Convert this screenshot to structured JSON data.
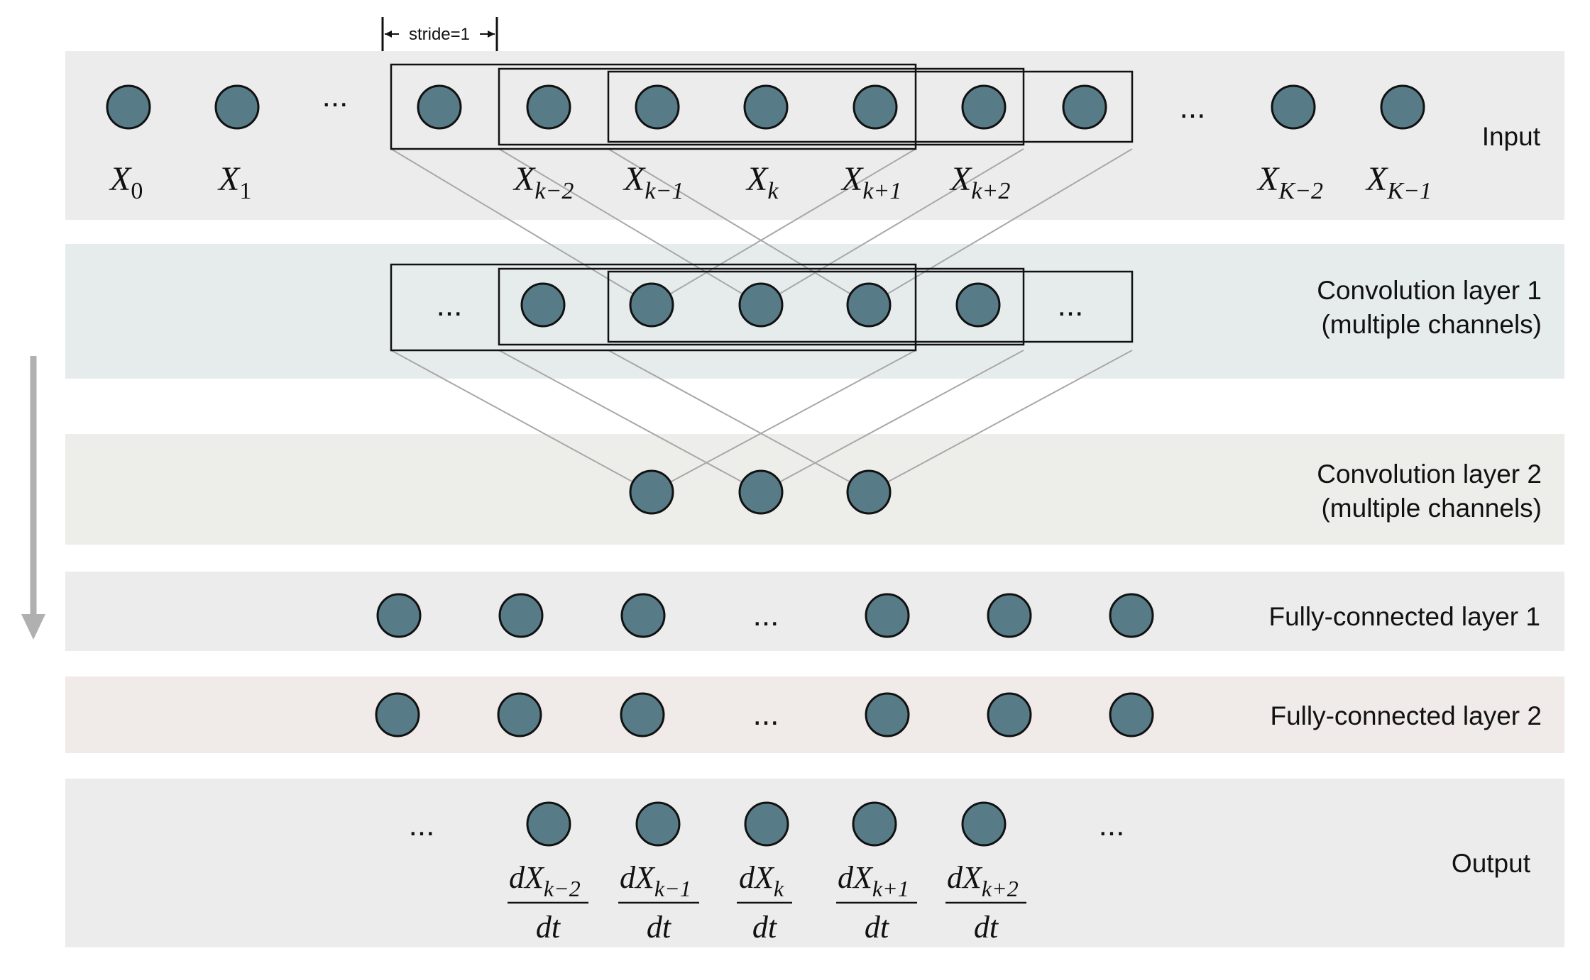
{
  "colors": {
    "node_fill": "#587c87",
    "node_stroke": "#111111",
    "band_input": "#ececec",
    "band_conv1": "#e6ecec",
    "band_conv2": "#edeeea",
    "band_fc1": "#ececec",
    "band_fc2": "#f0eae8",
    "band_output": "#ececec",
    "connector": "#a8a8a8",
    "flow_arrow": "#b0b0b0"
  },
  "bands": {
    "input": {
      "label": "Input"
    },
    "conv1": {
      "label_line1": "Convolution layer 1",
      "label_line2": "(multiple channels)"
    },
    "conv2": {
      "label_line1": "Convolution layer 2",
      "label_line2": "(multiple channels)"
    },
    "fc1": {
      "label": "Fully-connected layer 1"
    },
    "fc2": {
      "label": "Fully-connected layer 2"
    },
    "output": {
      "label": "Output"
    }
  },
  "stride_label": "stride=1",
  "ellipsis": "...",
  "input_labels": {
    "x0": {
      "base": "X",
      "sub": "0"
    },
    "x1": {
      "base": "X",
      "sub": "1"
    },
    "xkm2": {
      "base": "X",
      "sub": "k−2"
    },
    "xkm1": {
      "base": "X",
      "sub": "k−1"
    },
    "xk": {
      "base": "X",
      "sub": "k"
    },
    "xkp1": {
      "base": "X",
      "sub": "k+1"
    },
    "xkp2": {
      "base": "X",
      "sub": "k+2"
    },
    "xKm2": {
      "base": "X",
      "sub": "K−2"
    },
    "xKm1": {
      "base": "X",
      "sub": "K−1"
    }
  },
  "output_labels": {
    "km2": {
      "num_base": "dX",
      "num_sub": "k−2",
      "den": "dt"
    },
    "km1": {
      "num_base": "dX",
      "num_sub": "k−1",
      "den": "dt"
    },
    "k": {
      "num_base": "dX",
      "num_sub": "k",
      "den": "dt"
    },
    "kp1": {
      "num_base": "dX",
      "num_sub": "k+1",
      "den": "dt"
    },
    "kp2": {
      "num_base": "dX",
      "num_sub": "k+2",
      "den": "dt"
    }
  }
}
